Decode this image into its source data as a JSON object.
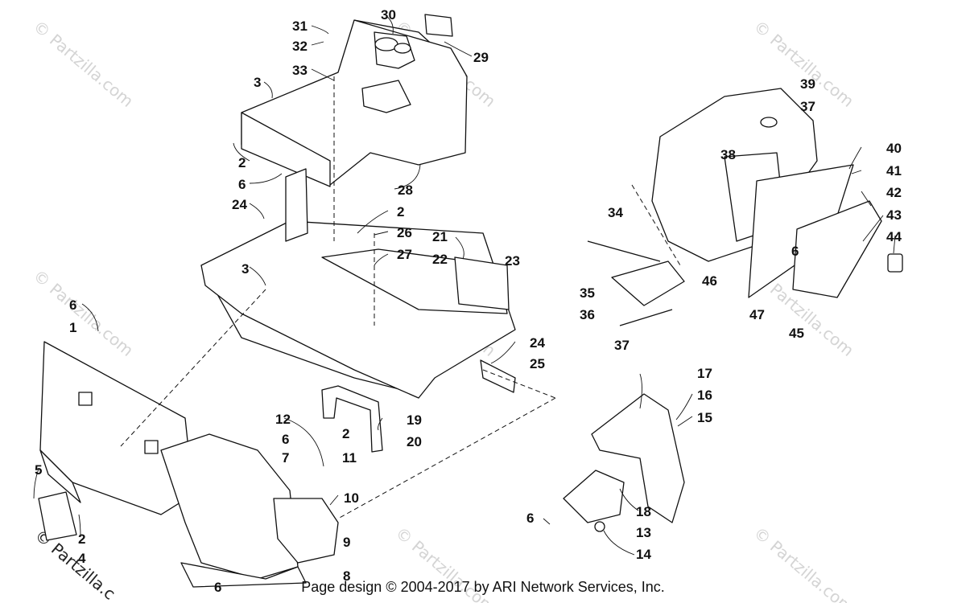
{
  "diagram": {
    "callouts": [
      {
        "id": "c31",
        "label": "31"
      },
      {
        "id": "c32",
        "label": "32"
      },
      {
        "id": "c30",
        "label": "30"
      },
      {
        "id": "c29",
        "label": "29"
      },
      {
        "id": "c33",
        "label": "33"
      },
      {
        "id": "c3a",
        "label": "3"
      },
      {
        "id": "c2a",
        "label": "2"
      },
      {
        "id": "c6a",
        "label": "6"
      },
      {
        "id": "c28",
        "label": "28"
      },
      {
        "id": "c24a",
        "label": "24"
      },
      {
        "id": "c2b",
        "label": "2"
      },
      {
        "id": "c26",
        "label": "26"
      },
      {
        "id": "c27",
        "label": "27"
      },
      {
        "id": "c21",
        "label": "21"
      },
      {
        "id": "c22",
        "label": "22"
      },
      {
        "id": "c23",
        "label": "23"
      },
      {
        "id": "c3b",
        "label": "3"
      },
      {
        "id": "c6b",
        "label": "6"
      },
      {
        "id": "c1",
        "label": "1"
      },
      {
        "id": "c24b",
        "label": "24"
      },
      {
        "id": "c25",
        "label": "25"
      },
      {
        "id": "c19",
        "label": "19"
      },
      {
        "id": "c2c",
        "label": "2"
      },
      {
        "id": "c20",
        "label": "20"
      },
      {
        "id": "c12",
        "label": "12"
      },
      {
        "id": "c6c",
        "label": "6"
      },
      {
        "id": "c7",
        "label": "7"
      },
      {
        "id": "c11",
        "label": "11"
      },
      {
        "id": "c5",
        "label": "5"
      },
      {
        "id": "c10",
        "label": "10"
      },
      {
        "id": "c2d",
        "label": "2"
      },
      {
        "id": "c4",
        "label": "4"
      },
      {
        "id": "c9",
        "label": "9"
      },
      {
        "id": "c8",
        "label": "8"
      },
      {
        "id": "c6d",
        "label": "6"
      },
      {
        "id": "c39",
        "label": "39"
      },
      {
        "id": "c37a",
        "label": "37"
      },
      {
        "id": "c38",
        "label": "38"
      },
      {
        "id": "c40",
        "label": "40"
      },
      {
        "id": "c41",
        "label": "41"
      },
      {
        "id": "c42",
        "label": "42"
      },
      {
        "id": "c43",
        "label": "43"
      },
      {
        "id": "c44",
        "label": "44"
      },
      {
        "id": "c34",
        "label": "34"
      },
      {
        "id": "c6e",
        "label": "6"
      },
      {
        "id": "c46",
        "label": "46"
      },
      {
        "id": "c35",
        "label": "35"
      },
      {
        "id": "c47",
        "label": "47"
      },
      {
        "id": "c36",
        "label": "36"
      },
      {
        "id": "c45",
        "label": "45"
      },
      {
        "id": "c37b",
        "label": "37"
      },
      {
        "id": "c17",
        "label": "17"
      },
      {
        "id": "c16",
        "label": "16"
      },
      {
        "id": "c15",
        "label": "15"
      },
      {
        "id": "c18",
        "label": "18"
      },
      {
        "id": "c6f",
        "label": "6"
      },
      {
        "id": "c13",
        "label": "13"
      },
      {
        "id": "c14",
        "label": "14"
      }
    ]
  },
  "watermark": {
    "text": "© Partzilla.com",
    "corner_text": "© Partzilla.c"
  },
  "footer": {
    "text": "Page design © 2004-2017 by ARI Network Services, Inc."
  }
}
